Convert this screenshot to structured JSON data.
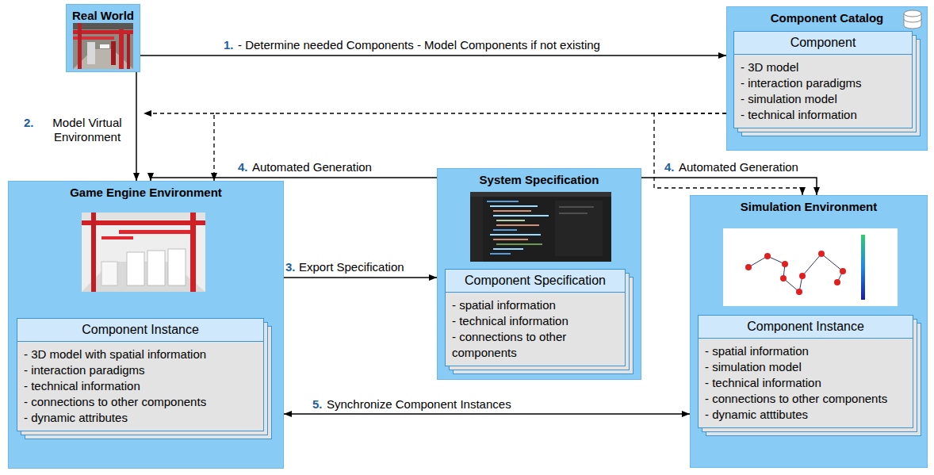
{
  "diagram": {
    "nodes": [
      {
        "text": [
          "Real World"
        ]
      },
      {
        "text": [
          "Component Catalog"
        ]
      },
      {
        "text": [
          "Component",
          "- 3D model",
          "- interaction paradigms",
          "- simulation model",
          "- technical information"
        ],
        "in": 1
      },
      {
        "text": [
          "Game Engine Environment"
        ]
      },
      {
        "text": [
          "Component Instance",
          "- 3D model with spatial information",
          "- interaction paradigms",
          "- technical information",
          "- connections to other components",
          "- dynamic attributes"
        ],
        "in": 3
      },
      {
        "text": [
          "System Specification"
        ]
      },
      {
        "text": [
          "Component Specification",
          "- spatial information",
          "- technical information",
          "- connections to other components"
        ],
        "in": 5
      },
      {
        "text": [
          "Simulation Environment"
        ]
      },
      {
        "text": [
          "Component Instance",
          "- spatial information",
          "- simulation model",
          "- technical information",
          "- connections to other components",
          "- dynamic atttibutes"
        ],
        "in": 7
      }
    ],
    "edges": [
      {
        "from": 0,
        "to": 1,
        "arrow": "to",
        "label": "- Determine needed Components - Model Components if not existing"
      },
      {
        "from": 0,
        "to": 3,
        "arrow": "to",
        "label": "Model Virtual Environment"
      },
      {
        "from": 1,
        "to": 3,
        "arrow": "to"
      },
      {
        "from": 1,
        "to": 7,
        "arrow": "to"
      },
      {
        "from": 3,
        "to": 5,
        "arrow": "to",
        "label": "Export Specification"
      },
      {
        "from": 5,
        "to": 3,
        "arrow": "to",
        "label": "Automated Generation"
      },
      {
        "from": 5,
        "to": 7,
        "arrow": "to",
        "label": "Automated Generation"
      },
      {
        "from": 3,
        "to": 7,
        "arrow": "both",
        "label": "Synchronize Component Instances"
      }
    ],
    "labels": [
      "1.",
      "2.",
      "3.",
      "4.",
      "4.",
      "5."
    ]
  }
}
